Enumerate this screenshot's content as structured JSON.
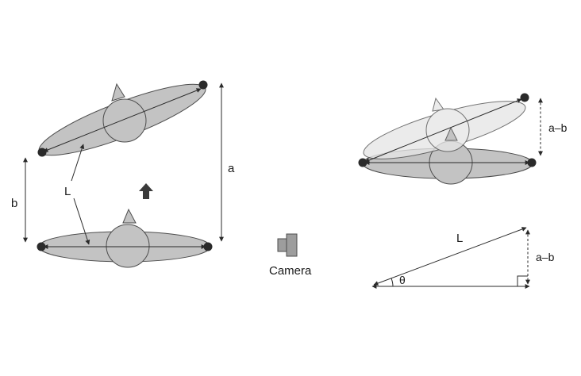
{
  "labels": {
    "L_left": "L",
    "b": "b",
    "a": "a",
    "camera": "Camera",
    "a_minus_b_top": "a–b",
    "L_triangle": "L",
    "a_minus_b_triangle": "a–b",
    "theta": "θ"
  },
  "colors": {
    "body_fill": "#c3c3c3",
    "body_fill_light": "#e6e6e6",
    "stroke": "#4d4d4d",
    "marker": "#2a2a2a",
    "text": "#1a1a1a"
  },
  "icons": [
    "up-arrow-icon",
    "camera-icon"
  ]
}
